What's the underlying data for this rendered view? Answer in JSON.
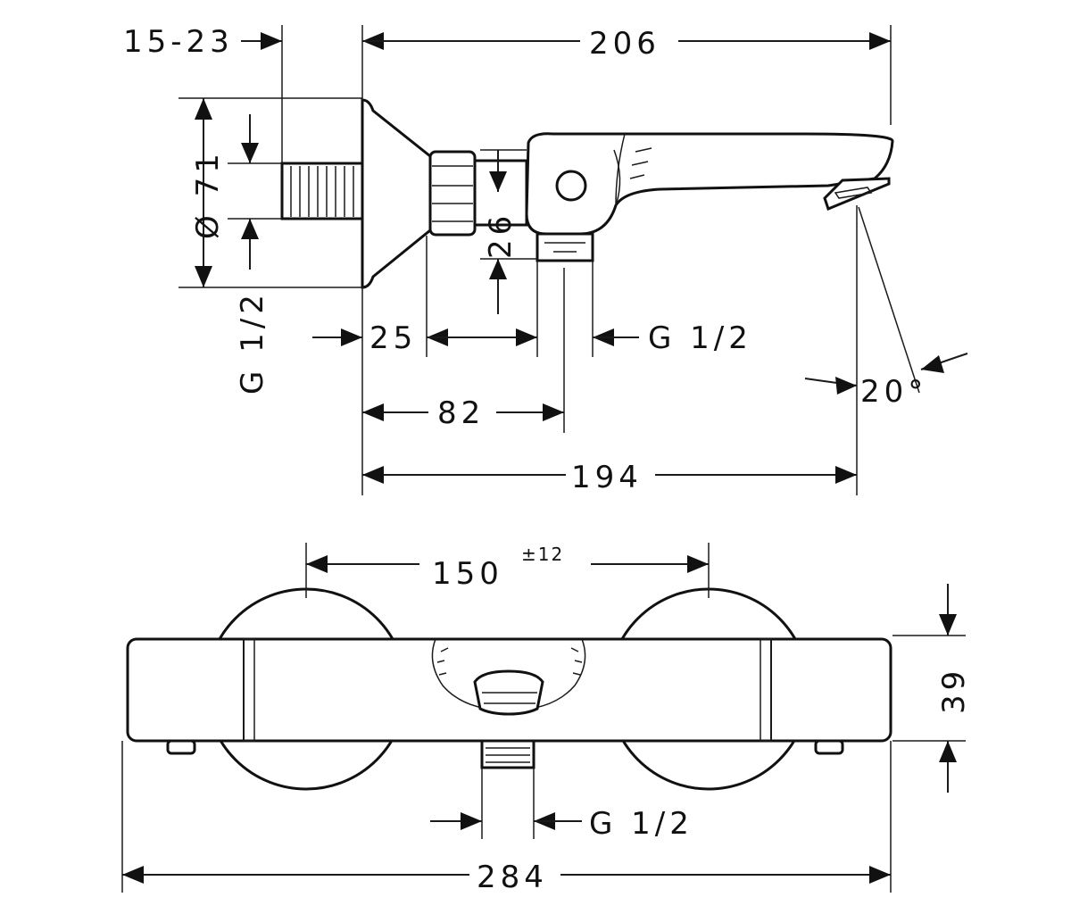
{
  "side_view": {
    "labels": {
      "connection_depth": "15-23",
      "total_length": "206",
      "rosette_diameter": "Ø 71",
      "thread_left": "G 1/2",
      "rosette_offset": "25",
      "outlet_thread": "G 1/2",
      "outlet_distance": "82",
      "spout_length": "194",
      "spout_height": "26",
      "spout_angle": "20°"
    }
  },
  "front_view": {
    "labels": {
      "center_distance": "150",
      "center_tolerance": "±12",
      "body_height": "39",
      "bottom_outlet_thread": "G 1/2",
      "overall_width": "284"
    }
  }
}
